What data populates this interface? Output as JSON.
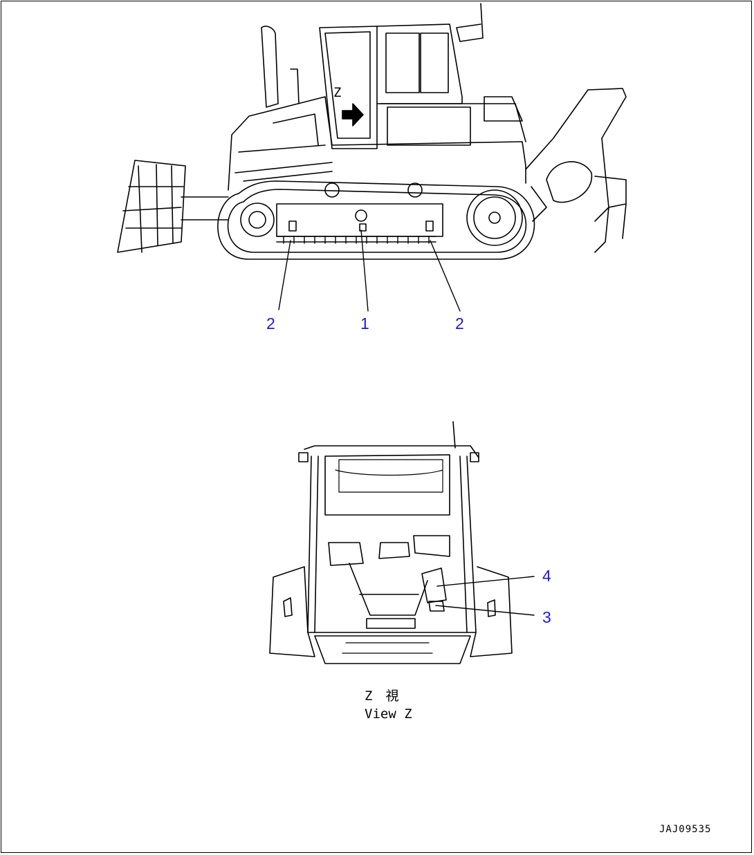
{
  "callouts": {
    "top_left": "2",
    "top_center": "1",
    "top_right": "2",
    "bottom_upper": "4",
    "bottom_lower": "3"
  },
  "view_marker": "Z",
  "caption": {
    "line1": "Z　視",
    "line2": "View Z"
  },
  "drawing_code": "JAJ09535",
  "colors": {
    "callout": "#1a1ad8",
    "line": "#000000",
    "background": "#ffffff"
  }
}
